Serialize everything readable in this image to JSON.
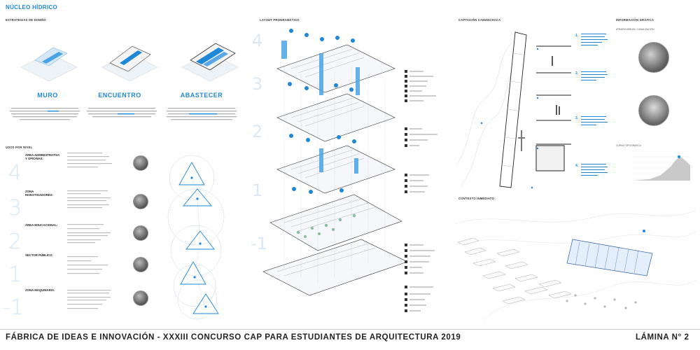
{
  "section_title": "NÚCLEO HÍDRICO",
  "strategies": {
    "header": "ESTRATEGIAS DE DISEÑO",
    "items": [
      {
        "title": "MURO"
      },
      {
        "title": "ENCUENTRO"
      },
      {
        "title": "ABASTECER"
      }
    ]
  },
  "levels_header": "USOS POR NIVEL",
  "levels": [
    {
      "number": "4",
      "zone": "ÁREA ADMINISTRATIVA Y OFICINAS:"
    },
    {
      "number": "3",
      "zone": "ZONA INVESTIGADORES:"
    },
    {
      "number": "2",
      "zone": "ÁREA EDUCACIONAL:"
    },
    {
      "number": "1",
      "zone": "SECTOR PÚBLICO:"
    },
    {
      "number": "-1",
      "zone": "ZONA MAQUINARIA:"
    }
  ],
  "layout_header": "LAYOUT PROGRAMÁTICO",
  "captacion_header": "CAPTACIÓN CAMANCHACA",
  "info_header": "INFORMACIÓN GRÁFICA",
  "info_items": [
    {
      "label": "ATRAPA NIEBLAS / CANALIZACIÓN"
    },
    {
      "label": "CURVA TOPOGRÁFICA"
    }
  ],
  "steps": [
    {
      "num": "1."
    },
    {
      "num": "2."
    },
    {
      "num": "3."
    },
    {
      "num": "4."
    }
  ],
  "contexto_header": "CONTEXTO INMEDIATO",
  "footer": {
    "title": "FÁBRICA DE IDEAS E INNOVACIÓN - XXXIII CONCURSO CAP PARA ESTUDIANTES DE ARQUITECTURA 2019",
    "lamina": "LÁMINA N° 2"
  },
  "colors": {
    "accent": "#1e88d8",
    "text": "#222222"
  }
}
